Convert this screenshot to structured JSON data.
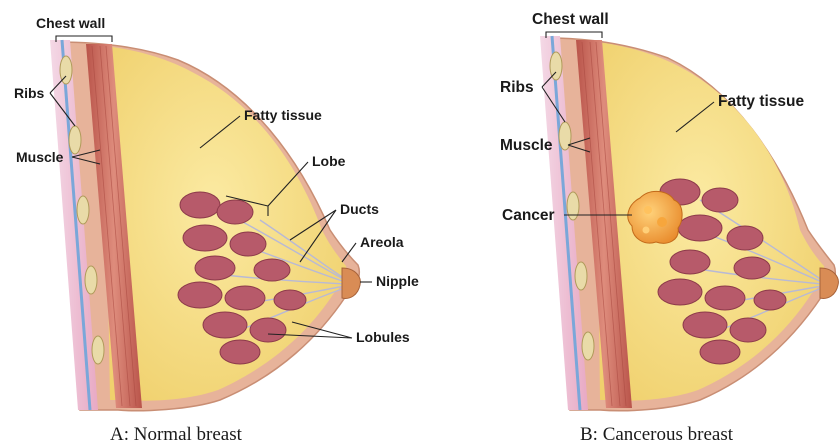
{
  "panel_a": {
    "labels": {
      "chest_wall": "Chest wall",
      "ribs": "Ribs",
      "muscle": "Muscle",
      "fatty_tissue": "Fatty tissue",
      "lobe": "Lobe",
      "ducts": "Ducts",
      "areola": "Areola",
      "nipple": "Nipple",
      "lobules": "Lobules"
    },
    "caption": "A: Normal breast"
  },
  "panel_b": {
    "labels": {
      "chest_wall": "Chest wall",
      "ribs": "Ribs",
      "muscle": "Muscle",
      "fatty_tissue": "Fatty tissue",
      "cancer": "Cancer"
    },
    "caption": "B: Cancerous breast"
  },
  "colors": {
    "fat": "#f3d77a",
    "skin": "#e7b39a",
    "muscle": "#c9685a",
    "lobule": "#b75a6a",
    "tumor": "#f0a23a",
    "nipple": "#d98c55"
  }
}
